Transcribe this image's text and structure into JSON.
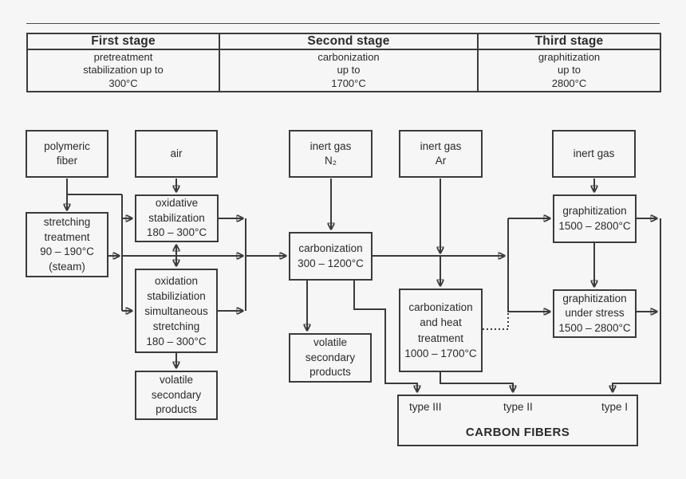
{
  "colors": {
    "background": "#f6f6f6",
    "line": "#3b3b3b",
    "text": "#2b2b2b"
  },
  "stage_table": {
    "columns": [
      {
        "header": "First stage",
        "detail": "pretreatment\nstabilization up to\n300°C"
      },
      {
        "header": "Second stage",
        "detail": "carbonization\nup to\n1700°C"
      },
      {
        "header": "Third stage",
        "detail": "graphitization\nup to\n2800°C"
      }
    ]
  },
  "flow": {
    "polymeric_fiber": "polymeric\nfiber",
    "air": "air",
    "inert_gas_n2": "inert gas\nN₂",
    "inert_gas_ar": "inert gas\nAr",
    "inert_gas_3": "inert gas",
    "stretching_treatment": "stretching\ntreatment\n90 – 190°C\n(steam)",
    "oxidative_stabilization": "oxidative\nstabilization\n180 – 300°C",
    "oxidation_stabilization": "oxidation\nstabiliziation\nsimultaneous\nstretching\n180 – 300°C",
    "volatile_products_left": "volatile\nsecondary\nproducts",
    "carbonization": "carbonization\n300 – 1200°C",
    "volatile_products_mid": "volatile\nsecondary\nproducts",
    "carbonization_heat": "carbonization\nand heat\ntreatment\n1000 – 1700°C",
    "graphitization": "graphitization\n1500 – 2800°C",
    "graphitization_stress": "graphitization\nunder stress\n1500 – 2800°C",
    "carbon_fibers": {
      "type_iii": "type III",
      "type_ii": "type II",
      "type_i": "type I",
      "title": "CARBON FIBERS"
    }
  }
}
